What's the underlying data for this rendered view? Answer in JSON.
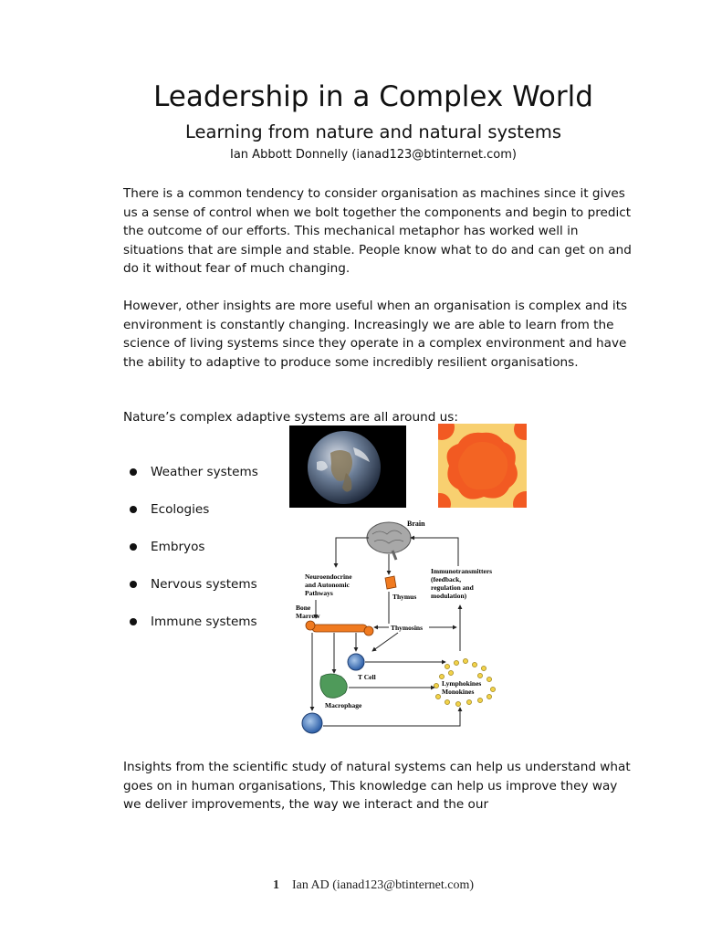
{
  "document": {
    "title": "Leadership in a Complex World",
    "subtitle": "Learning from nature and natural systems",
    "author": "Ian Abbott Donnelly (ianad123@btinternet.com)"
  },
  "paragraphs": [
    "There is a common tendency to consider organisation as machines since it gives us a sense of control when we bolt together the components and begin to predict the outcome of our efforts. This mechanical metaphor has worked well in situations that are simple and stable. People know what to do and can get on and do it without fear of much changing.",
    "However, other insights are more useful when an organisation is complex and its environment is constantly changing. Increasingly we are able to learn from the science of living systems since they operate in a complex environment and have the ability to adaptive to produce some incredibly resilient organisations.",
    "Nature’s complex adaptive systems are all around us:",
    "Insights from the scientific study of natural systems can help us understand what goes on in human organisations, This knowledge can help us improve they way we deliver improvements, the way we interact and the our"
  ],
  "bullets": [
    "Weather systems",
    "Ecologies",
    "Embryos",
    "Nervous systems",
    "Immune systems"
  ],
  "diagram": {
    "brain": "Brain",
    "neuro_1": "Neuroendocrine",
    "neuro_2": "and Autonomic",
    "neuro_3": "Pathways",
    "immuno_1": "Immunotransmitters",
    "immuno_2": "(feedback,",
    "immuno_3": "regulation and",
    "immuno_4": "modulation)",
    "thymus": "Thymus",
    "bone_1": "Bone",
    "bone_2": "Marrow",
    "thymosins": "Thymosins",
    "tcell": "T Cell",
    "lymph_1": "Lymphokines",
    "lymph_2": "Monokines",
    "macrophage": "Macrophage"
  },
  "footer": {
    "page_number": "1",
    "text": "Ian AD (ianad123@btinternet.com)"
  }
}
